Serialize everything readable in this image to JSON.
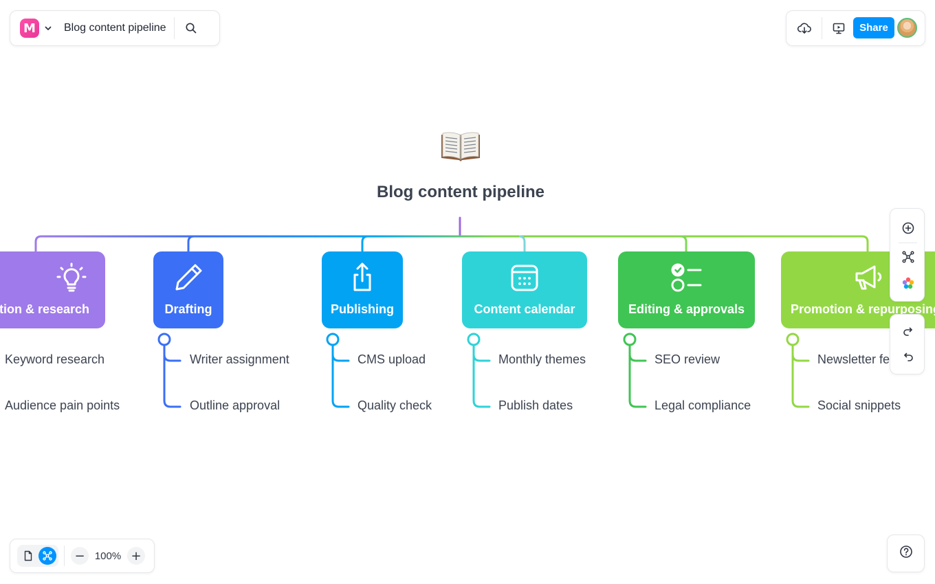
{
  "header": {
    "logo_letter": "M",
    "title": "Blog content pipeline"
  },
  "toolbar": {
    "share_label": "Share"
  },
  "map": {
    "emoji": "📖",
    "title": "Blog content pipeline",
    "branches": [
      {
        "label": "Ideation & research",
        "icon": "lightbulb-icon",
        "color": "#9f7aea",
        "leaves": [
          "Keyword research",
          "Audience pain points"
        ]
      },
      {
        "label": "Drafting",
        "icon": "pencil-icon",
        "color": "#3b6ff5",
        "leaves": [
          "Writer assignment",
          "Outline approval"
        ]
      },
      {
        "label": "Publishing",
        "icon": "share-icon",
        "color": "#03a3f4",
        "leaves": [
          "CMS upload",
          "Quality check"
        ]
      },
      {
        "label": "Content calendar",
        "icon": "calendar-icon",
        "color": "#2ed3d8",
        "leaves": [
          "Monthly themes",
          "Publish dates"
        ]
      },
      {
        "label": "Editing & approvals",
        "icon": "checklist-icon",
        "color": "#3fc553",
        "leaves": [
          "SEO review",
          "Legal compliance"
        ]
      },
      {
        "label": "Promotion & repurposing",
        "icon": "megaphone-icon",
        "color": "#93d844",
        "leaves": [
          "Newsletter feature",
          "Social snippets"
        ]
      }
    ]
  },
  "zoom": {
    "value": "100%",
    "minus": "−",
    "plus": "+"
  },
  "colors": {
    "accent": "#0094ff",
    "center_stem": "#9b6be0"
  }
}
